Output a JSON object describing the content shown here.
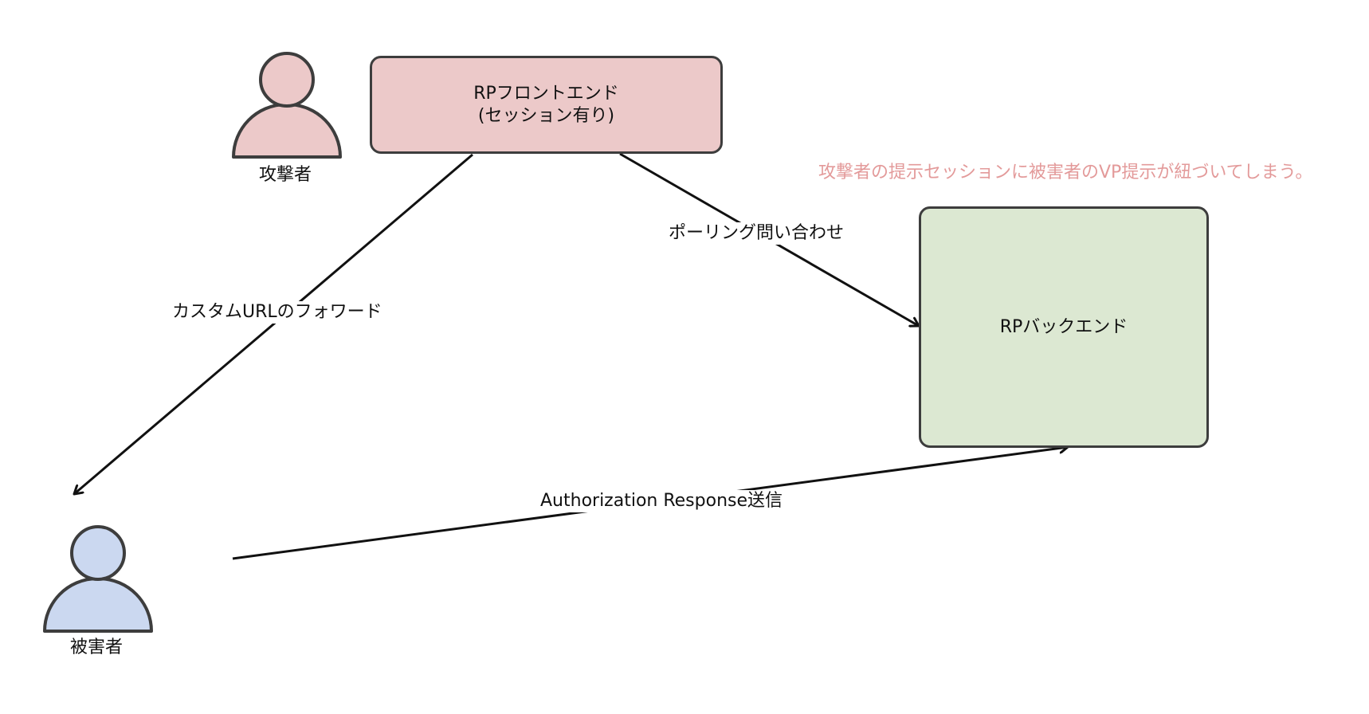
{
  "nodes": {
    "attacker": {
      "label": "攻撃者",
      "color": "#ecc9c9"
    },
    "victim": {
      "label": "被害者",
      "color": "#cbd8f0"
    },
    "rp_frontend": {
      "line1": "RPフロントエンド",
      "line2": "(セッション有り)",
      "color": "#ecc9c9"
    },
    "rp_backend": {
      "label": "RPバックエンド",
      "color": "#dce8d2"
    }
  },
  "edges": {
    "forward": {
      "label": "カスタムURLのフォワード"
    },
    "polling": {
      "label": "ポーリング問い合わせ"
    },
    "auth_response": {
      "label": "Authorization Response送信"
    }
  },
  "note": {
    "text": "攻撃者の提示セッションに被害者のVP提示が紐づいてしまう。",
    "color": "#e39a9a"
  },
  "colors": {
    "stroke": "#3d3d3d",
    "arrow": "#111111"
  }
}
